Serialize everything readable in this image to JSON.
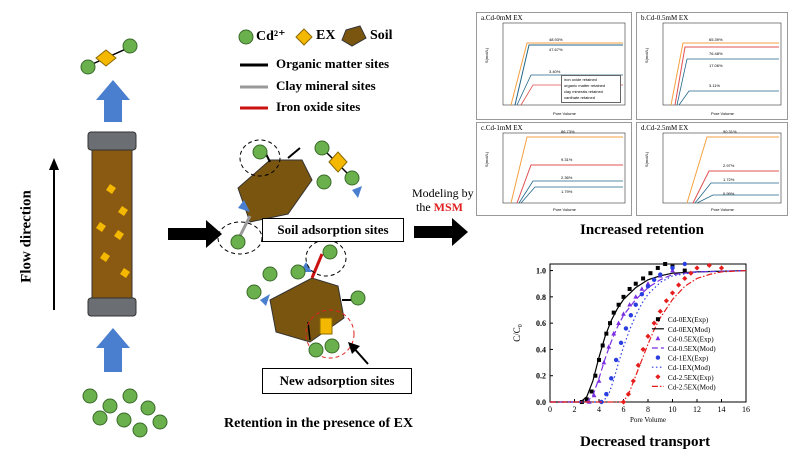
{
  "legend": {
    "cd_label": "Cd²⁺",
    "ex_label": "EX",
    "soil_label": "Soil",
    "organic": "Organic matter sites",
    "clay": "Clay mineral sites",
    "iron": "Iron oxide sites"
  },
  "flow_direction": "Flow direction",
  "soil_sites_box": "Soil adsorption sites",
  "new_sites_box": "New adsorption sites",
  "retention_caption": "Retention in the presence of  EX",
  "modeling_line1": "Modeling by",
  "modeling_line2_prefix": "the ",
  "modeling_msm": "MSM",
  "increased_retention": "Increased retention",
  "decreased_transport": "Decreased transport",
  "colors": {
    "cd": "#6ab04c",
    "ex": "#f5b800",
    "soil": "#7a5510",
    "organic": "#000000",
    "clay": "#999999",
    "iron": "#cc1111",
    "arrow": "#4a7fcf",
    "msm": "#e02020"
  },
  "panels": [
    {
      "title": "a.Cd-0mM EX",
      "ylabel": "S(mol/L)",
      "xlabel": "Pore Volume",
      "percents": [
        "48.93%",
        "47.67%",
        "3.40%"
      ],
      "legend": [
        "iron oxide retained",
        "organic matter retained",
        "clay minerals retained",
        "xanthate retained"
      ]
    },
    {
      "title": "b.Cd-0.5mM EX",
      "ylabel": "S(mol/L)",
      "xlabel": "Pore Volume",
      "percents": [
        "65.39%",
        "76.48%",
        "17.06%",
        "3.11%"
      ]
    },
    {
      "title": "c.Cd-1mM EX",
      "ylabel": "S(mol/L)",
      "xlabel": "Pore Volume",
      "percents": [
        "86.73%",
        "9.31%",
        "2.36%",
        "1.79%"
      ]
    },
    {
      "title": "d.Cd-2.5mM EX",
      "ylabel": "S(mol/L)",
      "xlabel": "Pore Volume",
      "percents": [
        "90.31%",
        "2.97%",
        "1.72%",
        "0.99%"
      ]
    }
  ],
  "chart_data": {
    "type": "scatter",
    "xlabel": "Pore Volume",
    "ylabel": "C/C",
    "ylabel_sub": "0",
    "xlim": [
      0,
      16
    ],
    "ylim": [
      0,
      1.05
    ],
    "xticks": [
      0,
      2,
      4,
      6,
      8,
      10,
      12,
      14,
      16
    ],
    "yticks": [
      "0.0",
      "0.2",
      "0.4",
      "0.6",
      "0.8",
      "1.0"
    ],
    "legend_position": "bottom-right",
    "series": [
      {
        "name": "Cd-0EX(Exp)",
        "kind": "exp",
        "marker": "square",
        "color": "#000000",
        "x": [
          2.6,
          3.0,
          3.4,
          3.7,
          4.0,
          4.3,
          4.6,
          4.9,
          5.2,
          5.6,
          6.0,
          6.5,
          7.0,
          7.6,
          8.2,
          8.8,
          9.4,
          10.0,
          11.0
        ],
        "y": [
          0.0,
          0.02,
          0.08,
          0.2,
          0.32,
          0.43,
          0.52,
          0.6,
          0.68,
          0.74,
          0.8,
          0.86,
          0.9,
          0.94,
          0.98,
          1.02,
          1.05,
          1.03,
          1.0
        ]
      },
      {
        "name": "Cd-0EX(Mod)",
        "kind": "mod",
        "dash": "none",
        "color": "#000000",
        "x": [
          0,
          2.5,
          3.0,
          3.5,
          4.0,
          4.5,
          5.0,
          5.5,
          6.0,
          7.0,
          8.0,
          9.0,
          10.0,
          12.0,
          16.0
        ],
        "y": [
          0,
          0.0,
          0.04,
          0.16,
          0.34,
          0.5,
          0.62,
          0.71,
          0.78,
          0.87,
          0.93,
          0.96,
          0.98,
          0.99,
          1.0
        ]
      },
      {
        "name": "Cd-0.5EX(Exp)",
        "kind": "exp",
        "marker": "triangle",
        "color": "#7b2fe0",
        "x": [
          3.2,
          3.6,
          4.0,
          4.4,
          4.8,
          5.2,
          5.6,
          6.0,
          6.5,
          7.0,
          7.5,
          8.0,
          9.0,
          10.0
        ],
        "y": [
          0.0,
          0.05,
          0.16,
          0.3,
          0.42,
          0.52,
          0.6,
          0.67,
          0.74,
          0.8,
          0.86,
          0.9,
          0.96,
          1.0
        ]
      },
      {
        "name": "Cd-0.5EX(Mod)",
        "kind": "mod",
        "dash": "6,3",
        "color": "#7b2fe0",
        "x": [
          0,
          3.0,
          3.5,
          4.0,
          4.5,
          5.0,
          5.5,
          6.0,
          7.0,
          8.0,
          9.0,
          10.0,
          12.0,
          16.0
        ],
        "y": [
          0,
          0.0,
          0.05,
          0.18,
          0.33,
          0.46,
          0.57,
          0.66,
          0.78,
          0.87,
          0.93,
          0.97,
          0.99,
          1.0
        ]
      },
      {
        "name": "Cd-1EX(Exp)",
        "kind": "exp",
        "marker": "circle",
        "color": "#2a3de0",
        "x": [
          4.2,
          4.6,
          5.0,
          5.4,
          5.8,
          6.2,
          6.6,
          7.0,
          7.5,
          8.0,
          8.5,
          9.0,
          10.0,
          11.0
        ],
        "y": [
          0.0,
          0.06,
          0.18,
          0.32,
          0.45,
          0.56,
          0.66,
          0.74,
          0.82,
          0.88,
          0.93,
          0.97,
          1.02,
          1.05
        ]
      },
      {
        "name": "Cd-1EX(Mod)",
        "kind": "mod",
        "dash": "1.5,2.5",
        "color": "#2a3de0",
        "x": [
          0,
          4.3,
          4.8,
          5.2,
          5.6,
          6.0,
          6.5,
          7.0,
          7.5,
          8.0,
          9.0,
          10.0,
          12.0,
          16.0
        ],
        "y": [
          0,
          0.0,
          0.06,
          0.17,
          0.3,
          0.42,
          0.55,
          0.66,
          0.75,
          0.82,
          0.91,
          0.96,
          0.99,
          1.0
        ]
      },
      {
        "name": "Cd-2.5EX(Exp)",
        "kind": "exp",
        "marker": "diamond",
        "color": "#e51d1d",
        "x": [
          6.0,
          6.4,
          6.8,
          7.2,
          7.6,
          8.0,
          8.5,
          9.0,
          9.5,
          10.0,
          10.5,
          11.0,
          11.5,
          12.0,
          13.0,
          14.0
        ],
        "y": [
          0.0,
          0.06,
          0.16,
          0.28,
          0.4,
          0.5,
          0.6,
          0.69,
          0.77,
          0.83,
          0.89,
          0.94,
          0.98,
          1.02,
          1.04,
          1.02
        ]
      },
      {
        "name": "Cd-2.5EX(Mod)",
        "kind": "mod",
        "dash": "6,2,1.5,2",
        "color": "#e51d1d",
        "x": [
          0,
          6.0,
          6.5,
          7.0,
          7.5,
          8.0,
          8.5,
          9.0,
          10.0,
          11.0,
          12.0,
          13.0,
          14.0,
          16.0
        ],
        "y": [
          0,
          0.0,
          0.08,
          0.2,
          0.32,
          0.44,
          0.55,
          0.64,
          0.78,
          0.88,
          0.94,
          0.97,
          0.99,
          1.0
        ]
      }
    ]
  }
}
